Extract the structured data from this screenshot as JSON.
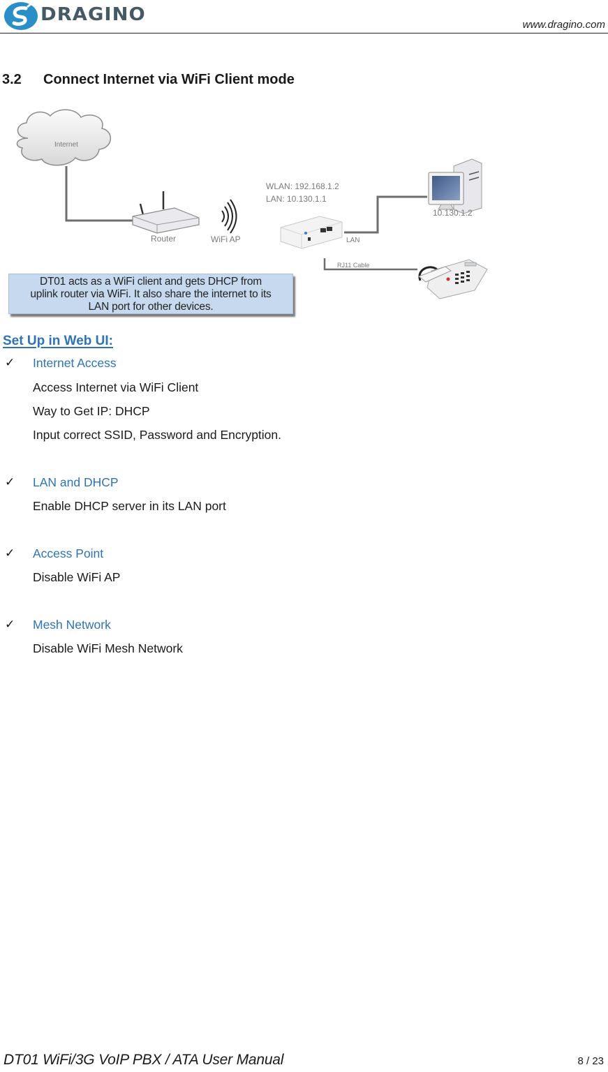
{
  "header": {
    "brand": "DRAGINO",
    "brand_colors": {
      "logo_blue": "#2a8fc9",
      "text_gray": "#455a64"
    },
    "url": "www.dragino.com"
  },
  "section": {
    "number": "3.2",
    "title": "Connect Internet via WiFi Client mode"
  },
  "diagram": {
    "cloud_label": "Internet",
    "router_label": "Router",
    "wifi_label": "WiFi AP",
    "device_wlan": "WLAN: 192.168.1.2",
    "device_lan": "LAN: 10.130.1.1",
    "pc_ip": "10.130.1.2",
    "lan_cable_label": "LAN",
    "rj11_label": "RJ11 Cable",
    "callout_lines": [
      "DT01 acts as a WiFi client and gets DHCP from",
      "uplink router via WiFi. It also share the internet to its",
      "LAN port for other devices."
    ],
    "callout_bg": "#c6d9ef"
  },
  "setup": {
    "heading": "Set Up in Web UI:",
    "accent_color": "#2e74b5",
    "check_glyph": "✓",
    "items": [
      {
        "title": "Internet Access",
        "lines": [
          "Access Internet via WiFi Client",
          "Way to Get IP: DHCP",
          "Input correct SSID, Password and Encryption."
        ]
      },
      {
        "title": "LAN and DHCP",
        "lines": [
          "Enable DHCP server in its LAN port"
        ]
      },
      {
        "title": "Access Point",
        "lines": [
          "Disable WiFi AP"
        ]
      },
      {
        "title": "Mesh Network",
        "lines": [
          "Disable WiFi Mesh Network"
        ]
      }
    ]
  },
  "footer": {
    "doc_title": "DT01 WiFi/3G VoIP PBX / ATA User Manual",
    "page": "8 / 23"
  }
}
